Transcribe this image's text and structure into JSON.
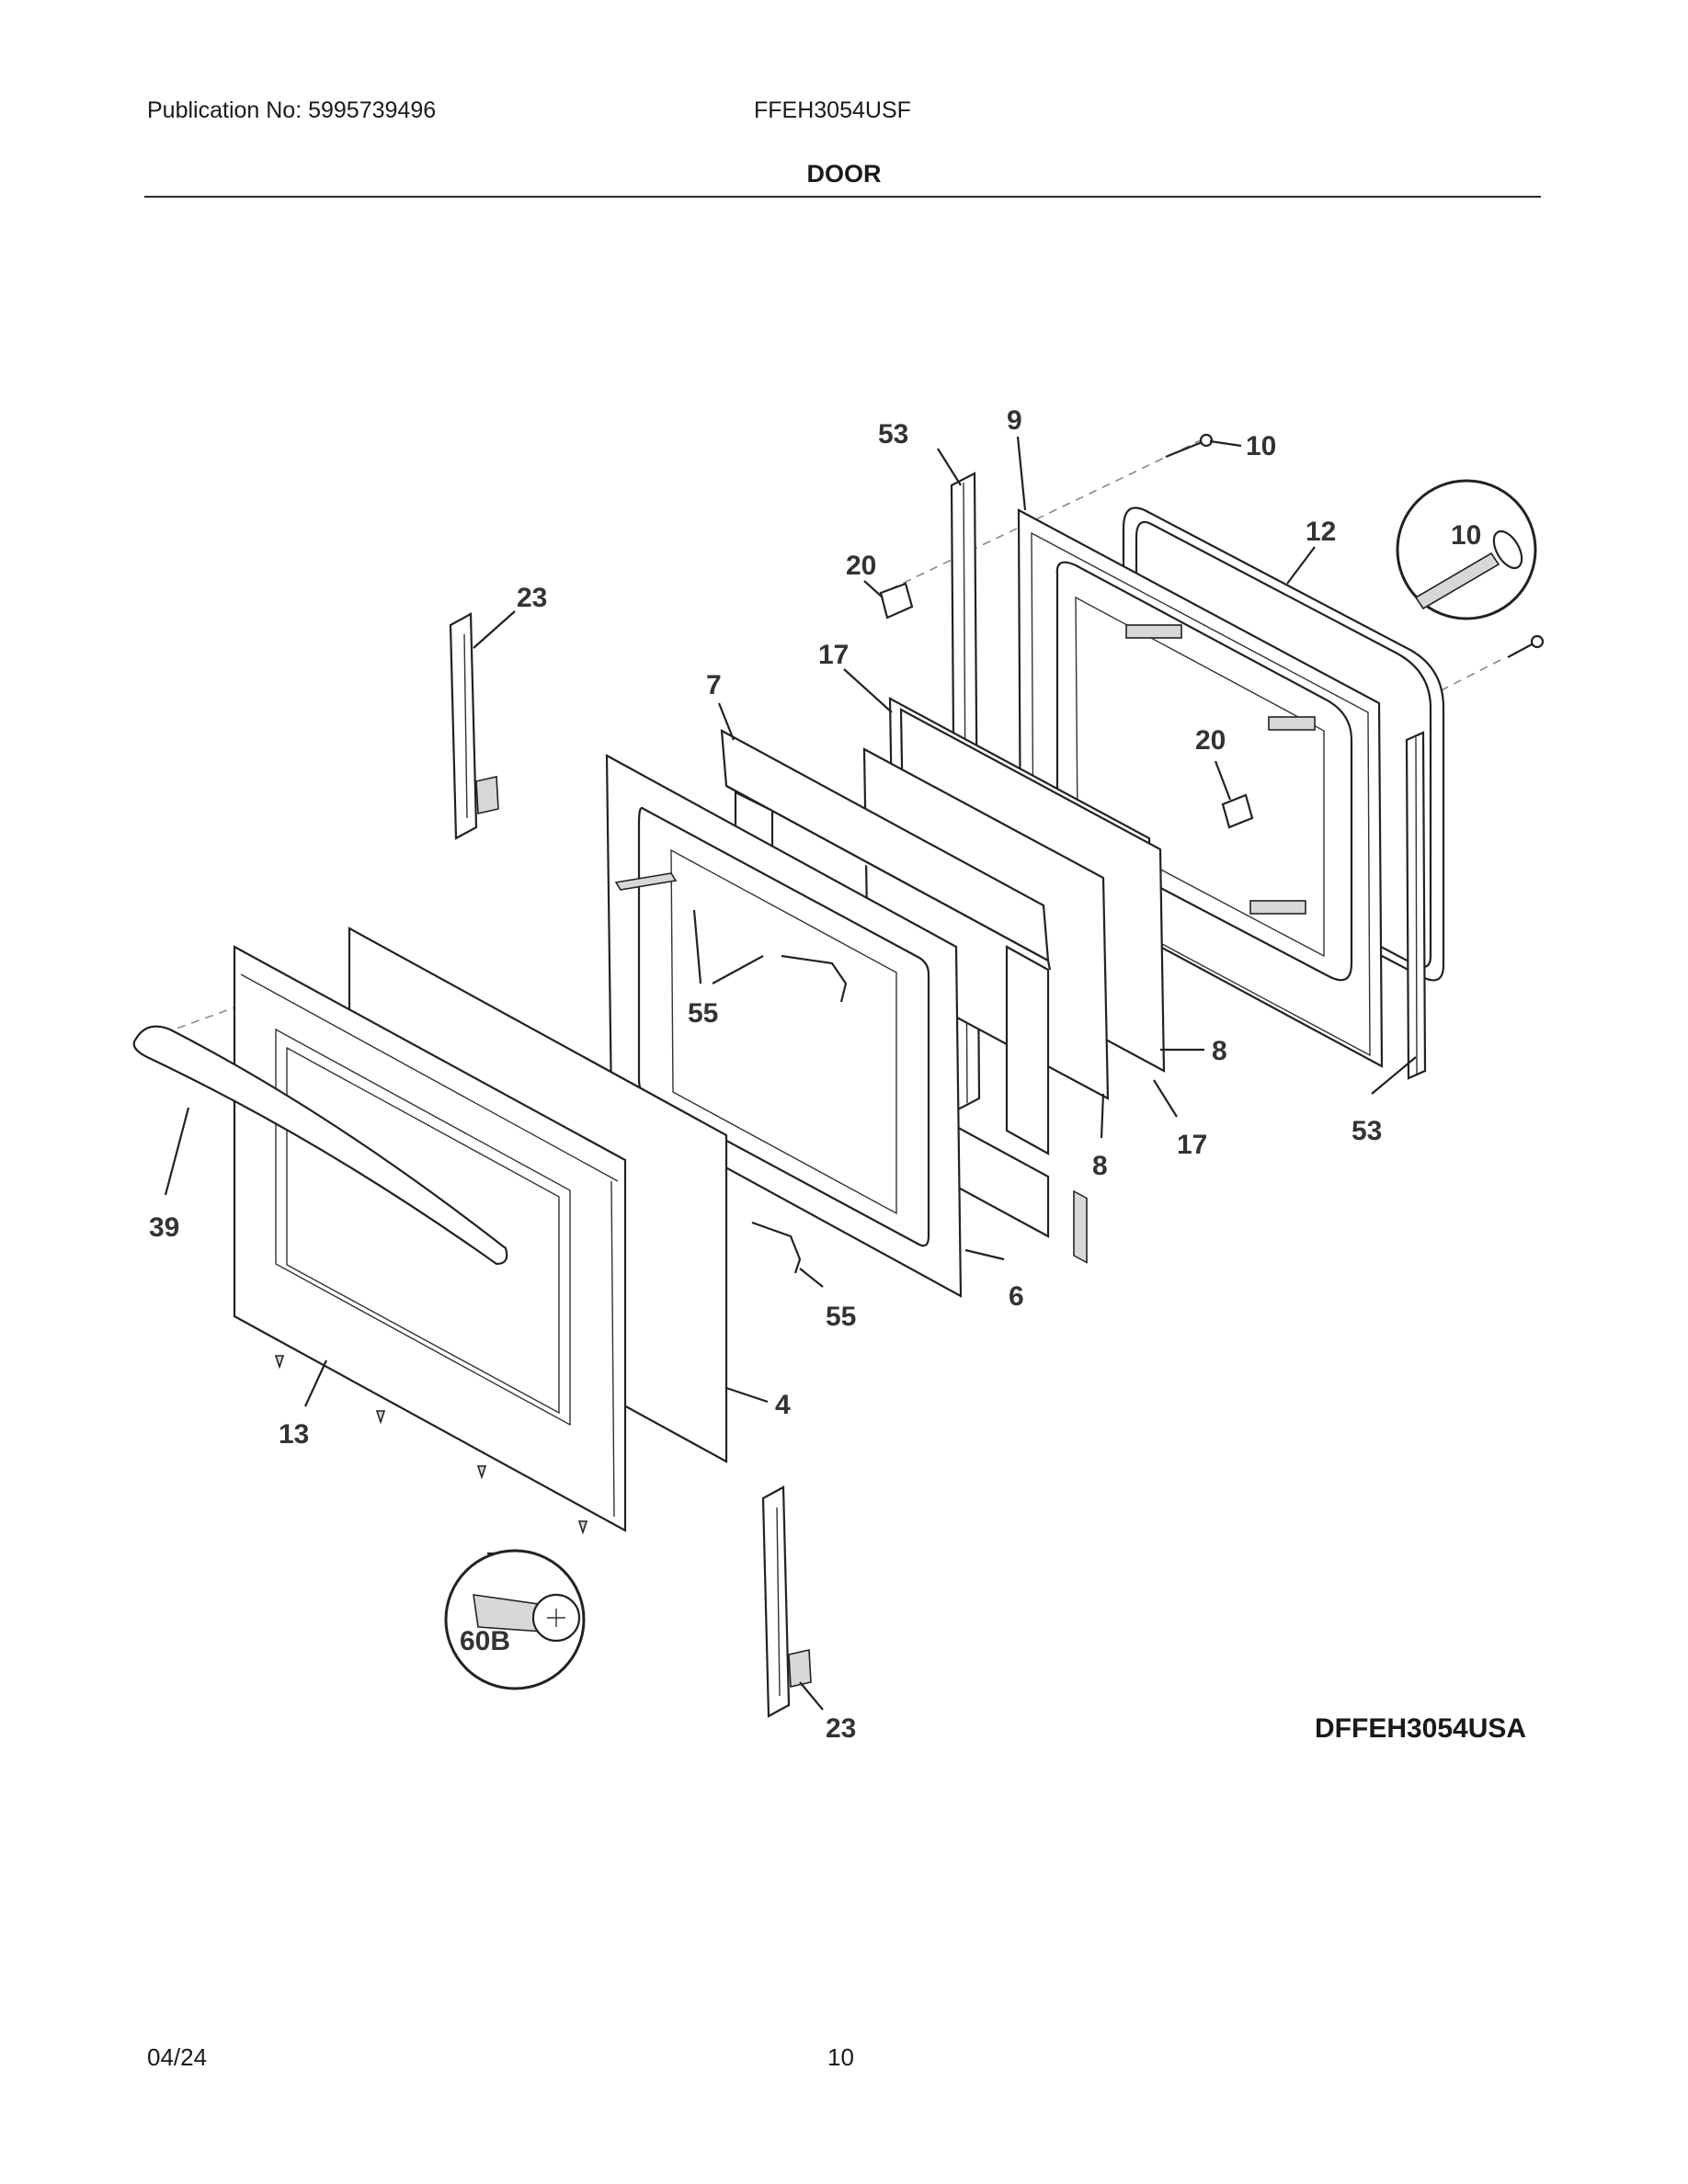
{
  "header": {
    "publication": "Publication No: 5995739496",
    "model": "FFEH3054USF",
    "section_title": "DOOR"
  },
  "diagram": {
    "code": "DFFEH3054USA",
    "callouts": {
      "c53_top": "53",
      "c9": "9",
      "c10": "10",
      "c10_inset": "10",
      "c12": "12",
      "c20_top": "20",
      "c23_top": "23",
      "c17_top": "17",
      "c7": "7",
      "c20_right": "20",
      "c55_left": "55",
      "c8_right": "8",
      "c8_low": "8",
      "c17_low": "17",
      "c53_low": "53",
      "c39": "39",
      "c6": "6",
      "c55_low": "55",
      "c4": "4",
      "c13": "13",
      "c60b": "60B",
      "c23_low": "23"
    }
  },
  "footer": {
    "date": "04/24",
    "page": "10"
  }
}
